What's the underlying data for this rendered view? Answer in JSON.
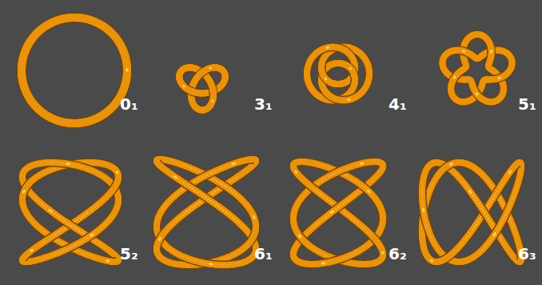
{
  "diagram": {
    "labels": [
      "0₁",
      "3₁",
      "4₁",
      "5₁",
      "5₂",
      "6₁",
      "6₂",
      "6₃"
    ]
  }
}
